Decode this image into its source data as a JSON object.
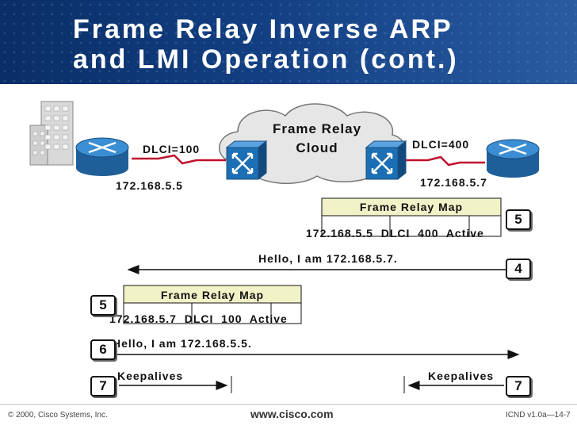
{
  "slide": {
    "title_line1": "Frame Relay Inverse ARP",
    "title_line2": "and LMI Operation (cont.)"
  },
  "network": {
    "cloud_label_1": "Frame Relay",
    "cloud_label_2": "Cloud",
    "left_dlci": "DLCI=100",
    "right_dlci": "DLCI=400",
    "left_ip": "172.168.5.5",
    "right_ip": "172.168.5.7"
  },
  "right_map": {
    "title": "Frame Relay Map",
    "entry": "172.168.5.5  DLCI  400  Active",
    "step": "5"
  },
  "left_map": {
    "title": "Frame Relay Map",
    "entry": "172.168.5.7  DLCI  100  Active",
    "step": "5"
  },
  "messages": {
    "hello_right": "Hello, I am 172.168.5.7.",
    "hello_right_step": "4",
    "hello_left": "Hello, I am 172.168.5.5.",
    "hello_left_step": "6",
    "keepalive_left": "Keepalives",
    "keepalive_right": "Keepalives",
    "keepalive_left_step": "7",
    "keepalive_right_step": "7"
  },
  "footer": {
    "copyright": "© 2000, Cisco Systems, Inc.",
    "website": "www.cisco.com",
    "slide_ref": "ICND v1.0a—14-7"
  },
  "colors": {
    "header_bg": "#123f82",
    "router_blue": "#2f7fc1",
    "switch_blue": "#1c6fb5",
    "cloud": "#e6e6e6"
  }
}
